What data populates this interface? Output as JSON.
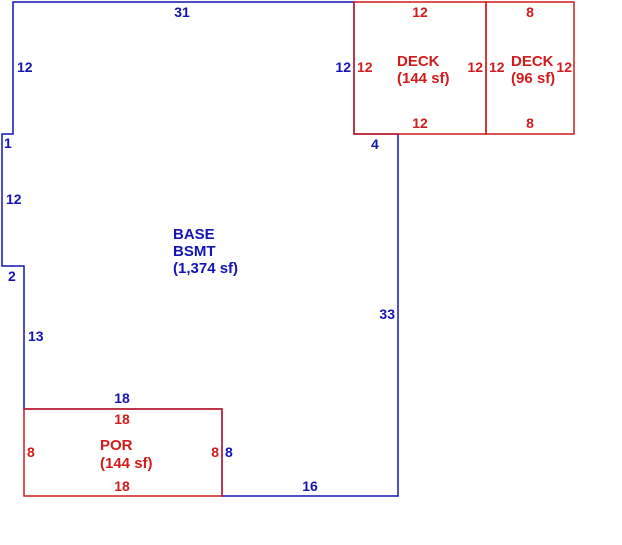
{
  "colors": {
    "base": "#1414b4",
    "addition": "#d01c1c"
  },
  "base": {
    "name": "BASE",
    "subname": "BSMT",
    "area": "(1,374 sf)",
    "dims": {
      "top": "31",
      "left_upper": "12",
      "notch_top": "1",
      "left_mid": "12",
      "notch_bottom": "2",
      "left_lower": "13",
      "right_deck_edge": "12",
      "right_step": "4",
      "right": "33",
      "bottom": "16",
      "por_top": "18",
      "por_right": "8"
    }
  },
  "deck1": {
    "name": "DECK",
    "area": "(144 sf)",
    "dims": {
      "top": "12",
      "bottom": "12",
      "left": "12",
      "right": "12"
    }
  },
  "deck2": {
    "name": "DECK",
    "area": "(96 sf)",
    "dims": {
      "top": "8",
      "bottom": "8",
      "left": "12",
      "right": "12"
    }
  },
  "porch": {
    "name": "POR",
    "area": "(144 sf)",
    "dims": {
      "top": "18",
      "bottom": "18",
      "left": "8",
      "right": "8"
    }
  }
}
